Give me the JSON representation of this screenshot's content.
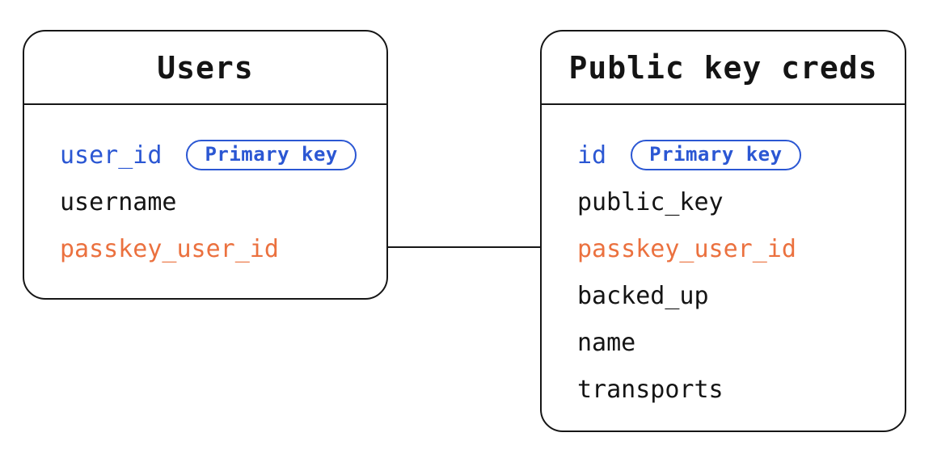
{
  "diagram": {
    "type": "entity-relationship",
    "colors": {
      "primary_key_blue": "#2B57D3",
      "foreign_key_orange": "#EB713F",
      "text_black": "#141414",
      "line_black": "#161616",
      "background": "#FFFFFF"
    },
    "tables": [
      {
        "name": "Users",
        "fields": [
          {
            "label": "user_id",
            "role": "primary-key",
            "badge": "Primary key"
          },
          {
            "label": "username",
            "role": "normal"
          },
          {
            "label": "passkey_user_id",
            "role": "foreign-key"
          }
        ]
      },
      {
        "name": "Public key creds",
        "fields": [
          {
            "label": "id",
            "role": "primary-key",
            "badge": "Primary key"
          },
          {
            "label": "public_key",
            "role": "normal"
          },
          {
            "label": "passkey_user_id",
            "role": "foreign-key"
          },
          {
            "label": "backed_up",
            "role": "normal"
          },
          {
            "label": "name",
            "role": "normal"
          },
          {
            "label": "transports",
            "role": "normal"
          }
        ]
      }
    ],
    "relationship": {
      "from": "Users.passkey_user_id",
      "to": "Public key creds.passkey_user_id",
      "style": "straight-line"
    }
  }
}
